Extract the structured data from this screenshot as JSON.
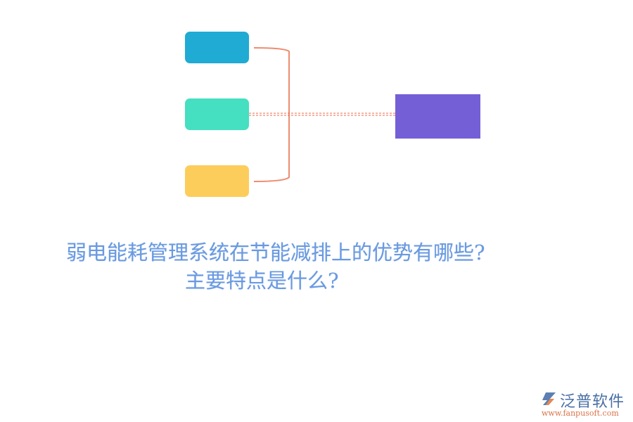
{
  "diagram": {
    "nodes": [
      {
        "id": "box-1",
        "label": "",
        "color": "#1fabd3"
      },
      {
        "id": "box-2",
        "label": "",
        "color": "#45dfc1"
      },
      {
        "id": "box-3",
        "label": "",
        "color": "#fdcd5b"
      }
    ],
    "target": {
      "id": "target-box",
      "label": "",
      "color": "#755fd6"
    },
    "connector_color": "#ee8c70"
  },
  "title": {
    "line1": "弱电能耗管理系统在节能减排上的优势有哪些?",
    "line2": "主要特点是什么?"
  },
  "logo": {
    "name": "泛普软件",
    "url": "www.fanpusoft.com",
    "icon": "fanpu-logo-icon"
  }
}
